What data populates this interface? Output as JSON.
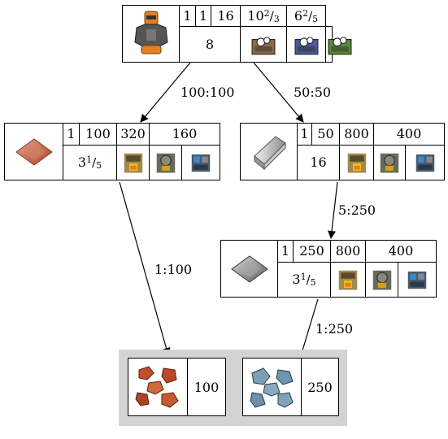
{
  "root": {
    "icon": "armor-icon",
    "stats": [
      "1",
      "1",
      "16"
    ],
    "frac_a": {
      "whole": "10",
      "num": "2",
      "den": "3"
    },
    "frac_b": {
      "whole": "6",
      "num": "2",
      "den": "5"
    },
    "count": "8",
    "machines": [
      "assembler-1-icon",
      "assembler-2-icon",
      "assembler-3-icon"
    ]
  },
  "copper_plate": {
    "icon": "copper-plate-icon",
    "stats": [
      "1",
      "100",
      "320",
      "160"
    ],
    "frac": {
      "whole": "3",
      "num": "1",
      "den": "5"
    },
    "machines": [
      "stone-furnace-icon",
      "steel-furnace-icon",
      "electric-furnace-icon"
    ]
  },
  "steel_plate": {
    "icon": "steel-plate-icon",
    "stats": [
      "1",
      "50",
      "800",
      "400"
    ],
    "count": "16",
    "machines": [
      "stone-furnace-icon",
      "steel-furnace-icon",
      "electric-furnace-icon"
    ]
  },
  "iron_plate": {
    "icon": "iron-plate-icon",
    "stats": [
      "1",
      "250",
      "800",
      "400"
    ],
    "frac": {
      "whole": "3",
      "num": "1",
      "den": "5"
    },
    "machines": [
      "stone-furnace-icon",
      "steel-furnace-icon",
      "electric-furnace-icon"
    ]
  },
  "raw": [
    {
      "icon": "copper-ore-icon",
      "value": "100"
    },
    {
      "icon": "iron-ore-icon",
      "value": "250"
    }
  ],
  "edges": [
    {
      "label": "100:100"
    },
    {
      "label": "50:50"
    },
    {
      "label": "5:250"
    },
    {
      "label": "1:100"
    },
    {
      "label": "1:250"
    }
  ],
  "colors": {
    "copper": "#c8694a",
    "steel": "#bfbfbf",
    "iron": "#8a8a8a",
    "raw_group_bg": "#d3d3d3"
  }
}
